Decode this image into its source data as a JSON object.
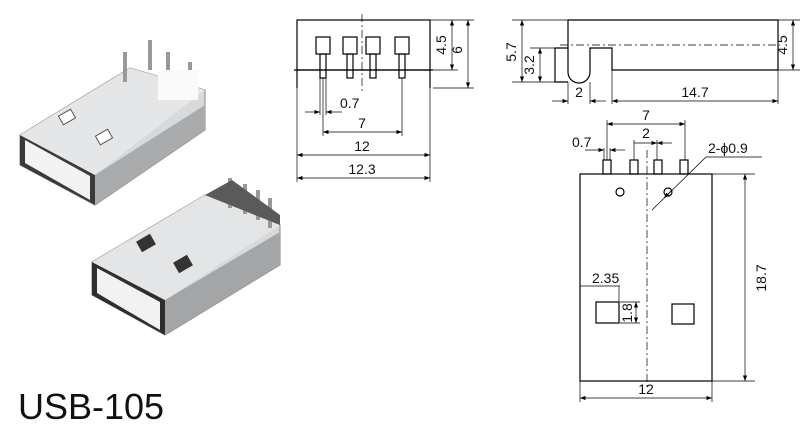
{
  "title": "USB-105",
  "front_view": {
    "pin_pitch_0_7": "0.7",
    "pin_span": "7",
    "width_inner": "12",
    "width_outer": "12.3",
    "height_body": "4.5",
    "height_total": "6"
  },
  "side_view": {
    "height_total": "5.7",
    "height_low": "3.2",
    "offset": "2",
    "length": "14.7",
    "height_right": "4.5"
  },
  "bottom_view": {
    "pin_span": "7",
    "pin_pitch": "2",
    "pin_width": "0.7",
    "hole_label": "2-ϕ0.9",
    "window_offset": "2.35",
    "window_height": "1.8",
    "length": "18.7",
    "width": "12"
  },
  "colors": {
    "line": "#000000",
    "metal": "#c9cbcd"
  }
}
